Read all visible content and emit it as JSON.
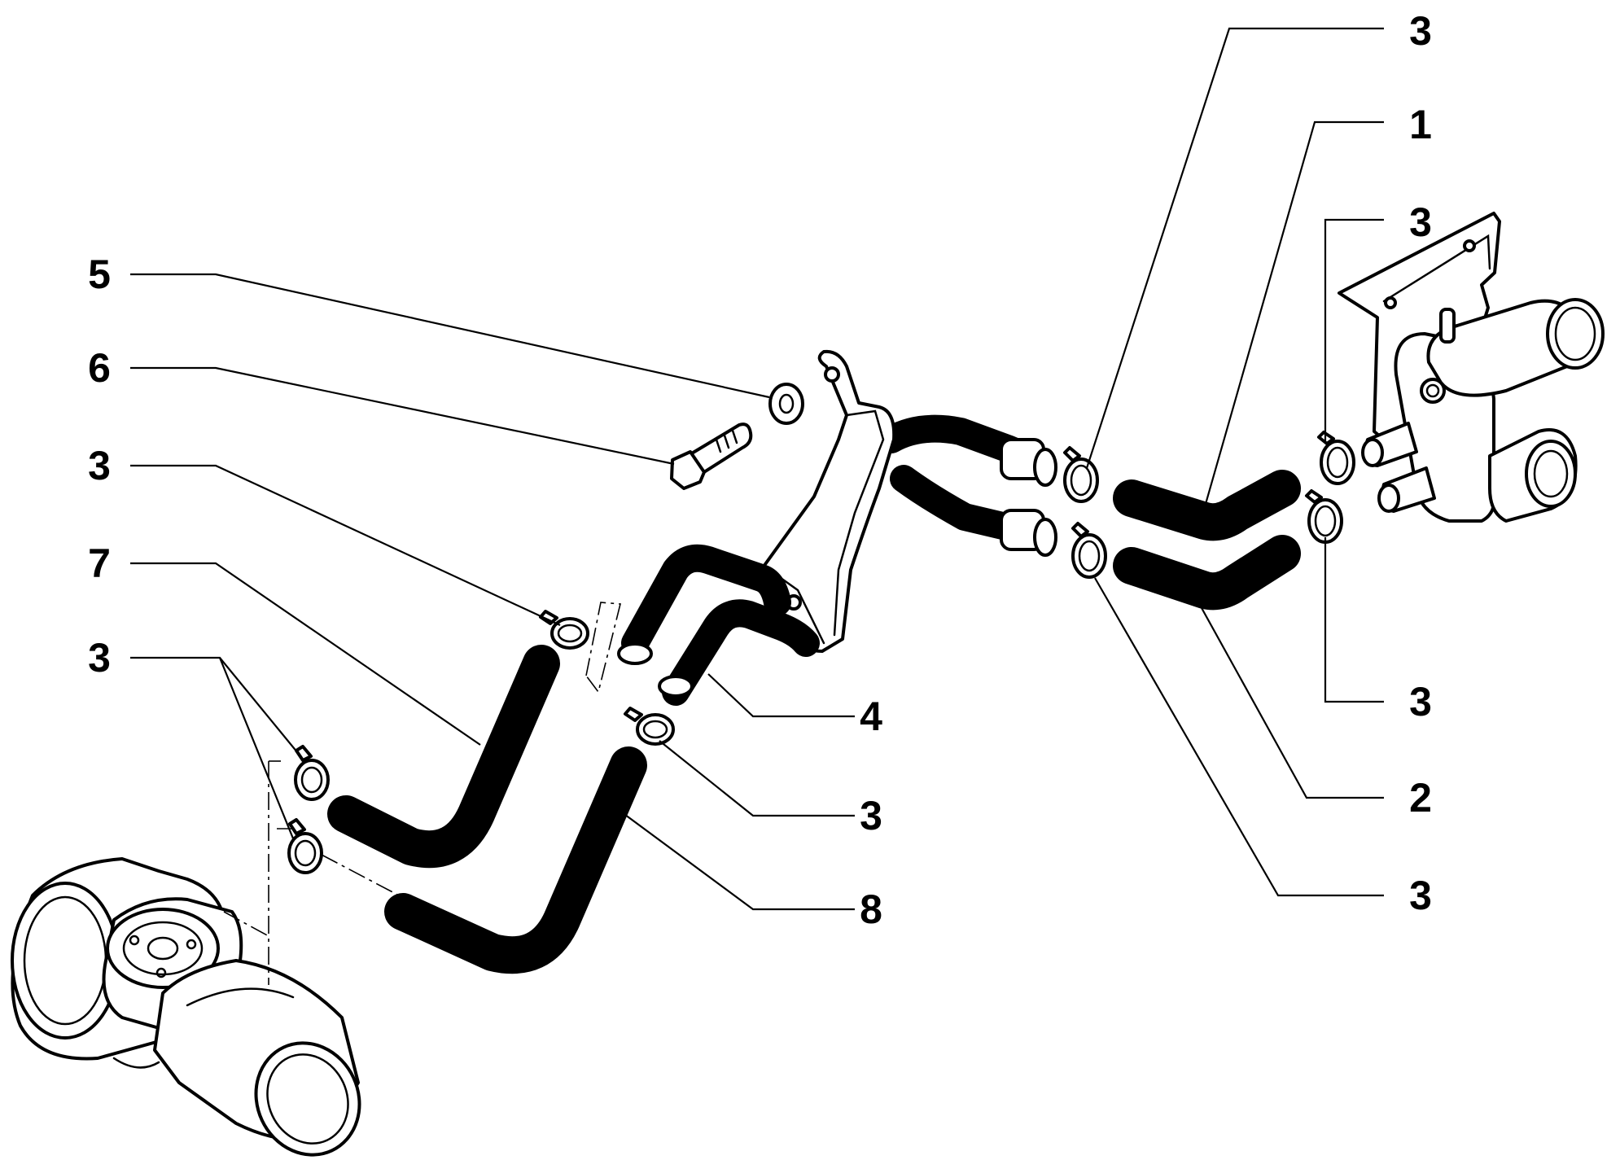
{
  "callouts": [
    {
      "id": "c1",
      "label": "3"
    },
    {
      "id": "c2",
      "label": "1"
    },
    {
      "id": "c3",
      "label": "3"
    },
    {
      "id": "c4",
      "label": "5"
    },
    {
      "id": "c5",
      "label": "6"
    },
    {
      "id": "c6",
      "label": "3"
    },
    {
      "id": "c7",
      "label": "7"
    },
    {
      "id": "c8",
      "label": "3"
    },
    {
      "id": "c9",
      "label": "4"
    },
    {
      "id": "c10",
      "label": "3"
    },
    {
      "id": "c11",
      "label": "3"
    },
    {
      "id": "c12",
      "label": "2"
    },
    {
      "id": "c13",
      "label": "3"
    },
    {
      "id": "c14",
      "label": "8"
    }
  ]
}
